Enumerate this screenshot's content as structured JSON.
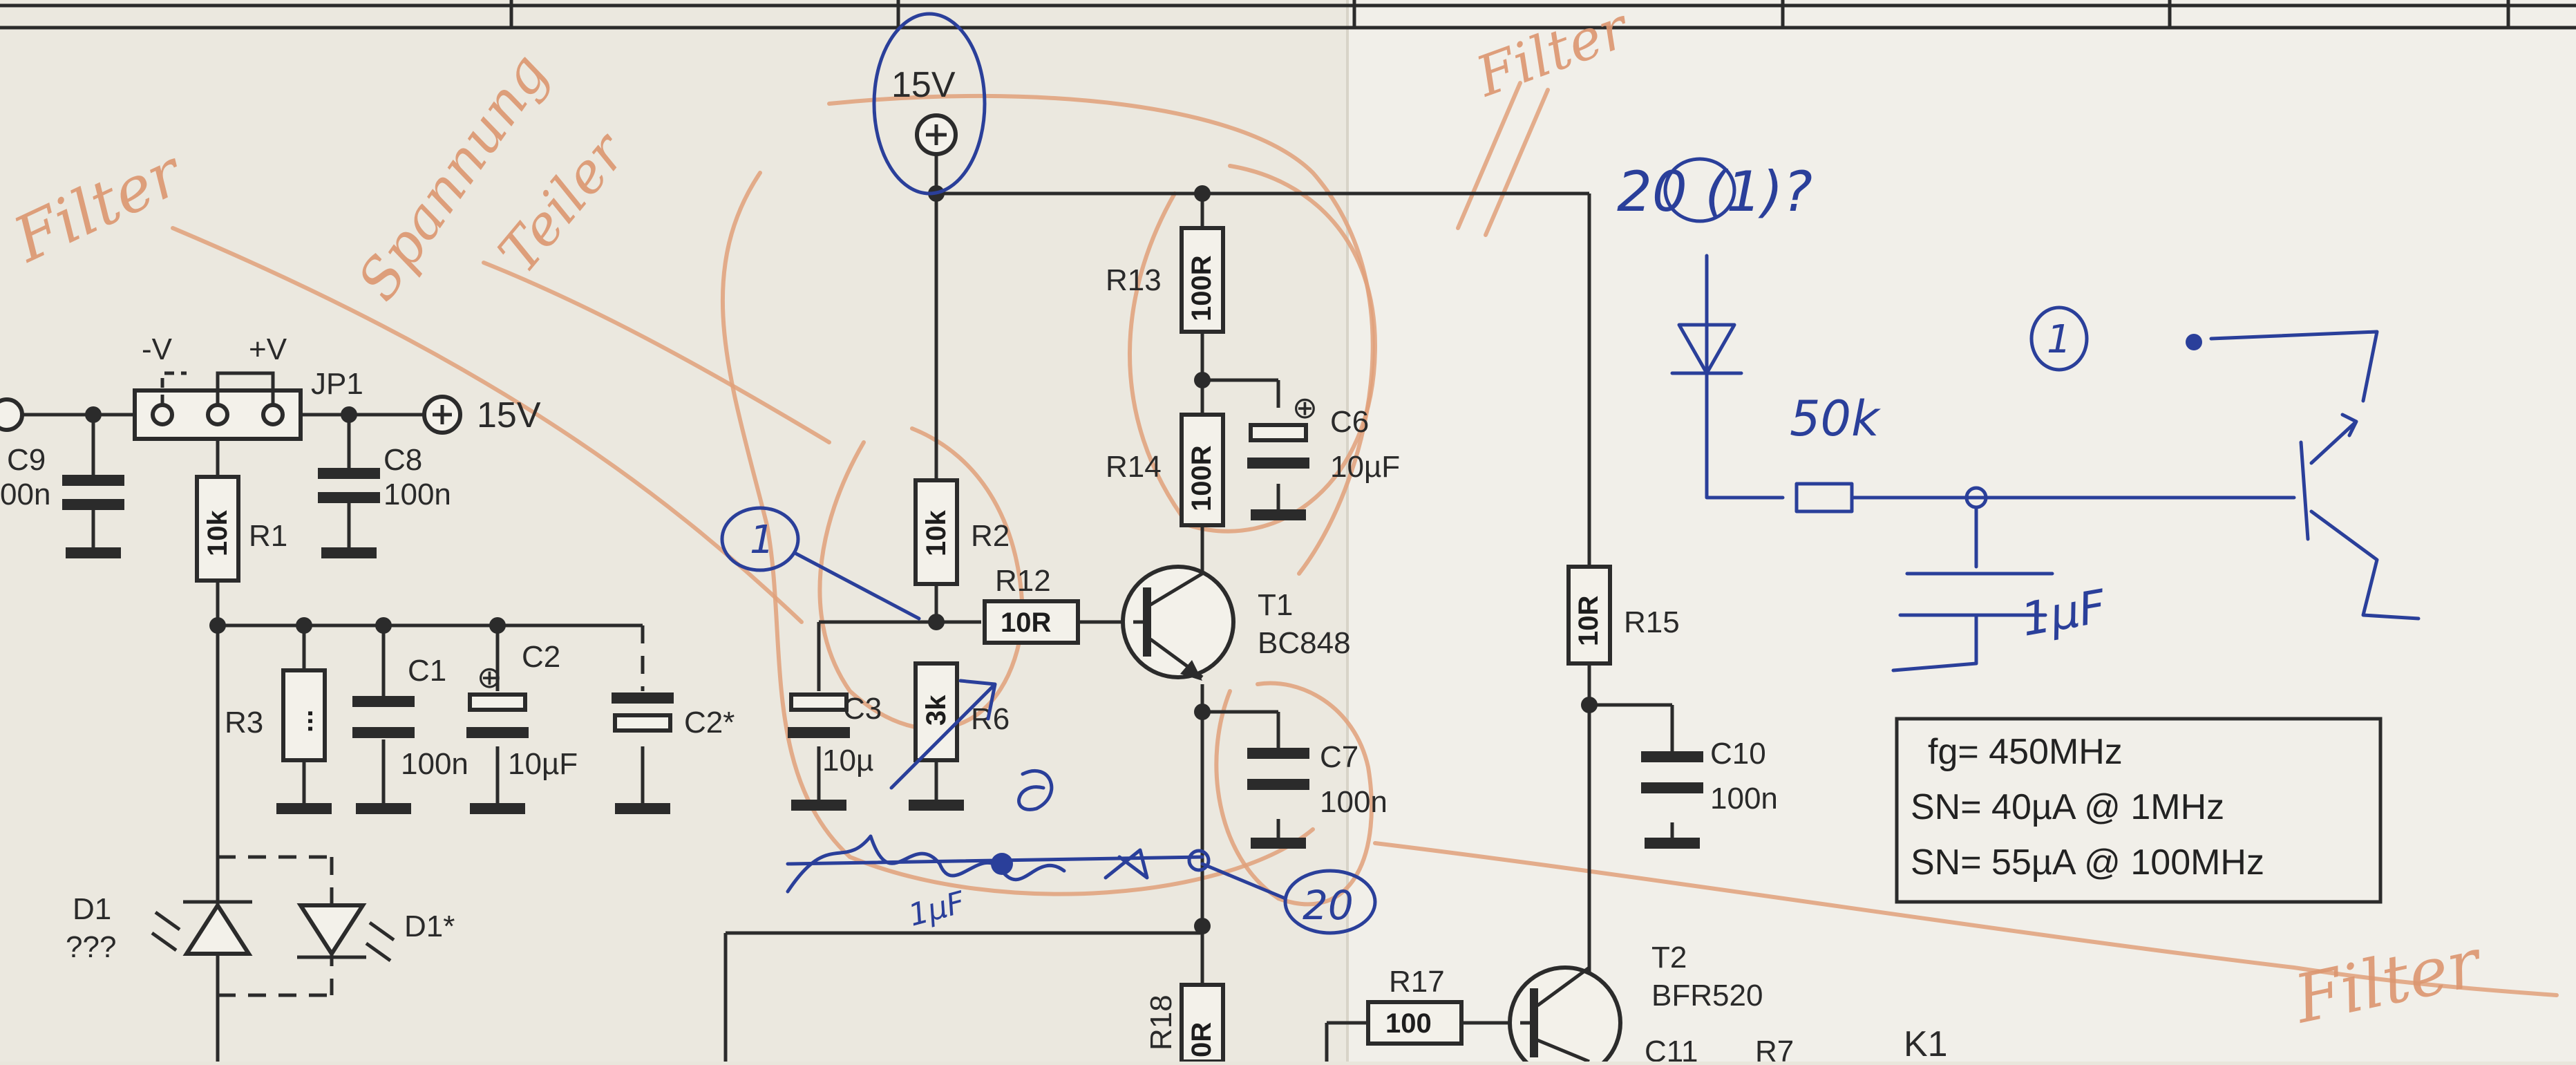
{
  "supply": {
    "top_label": "15V",
    "left_label": "15V",
    "plus_symbol": "⊕"
  },
  "jumper": {
    "name": "JP1",
    "neg_label": "-V",
    "pos_label": "+V"
  },
  "components": {
    "C9": {
      "ref": "C9",
      "value": "00n"
    },
    "C8": {
      "ref": "C8",
      "value": "100n"
    },
    "R1": {
      "ref": "R1",
      "value": "10k"
    },
    "R3": {
      "ref": "R3",
      "value": "..."
    },
    "C1": {
      "ref": "C1",
      "value": "100n"
    },
    "C2": {
      "ref": "C2",
      "value": "10µF"
    },
    "C2s": {
      "ref": "C2*"
    },
    "D1": {
      "ref": "D1",
      "value": "???"
    },
    "D1s": {
      "ref": "D1*"
    },
    "R2": {
      "ref": "R2",
      "value": "10k"
    },
    "C3": {
      "ref": "C3",
      "value": "10µ"
    },
    "R6": {
      "ref": "R6",
      "value": "3k"
    },
    "R12": {
      "ref": "R12",
      "value": "10R"
    },
    "R13": {
      "ref": "R13",
      "value": "100R"
    },
    "R14": {
      "ref": "R14",
      "value": "100R"
    },
    "C6": {
      "ref": "C6",
      "value": "10µF"
    },
    "T1": {
      "ref": "T1",
      "value": "BC848"
    },
    "C7": {
      "ref": "C7",
      "value": "100n"
    },
    "R15": {
      "ref": "R15",
      "value": "10R"
    },
    "C10": {
      "ref": "C10",
      "value": "100n"
    },
    "R17": {
      "ref": "R17",
      "value": "100"
    },
    "R18": {
      "ref": "R18",
      "value": "0R"
    },
    "T2": {
      "ref": "T2",
      "value": "BFR520"
    },
    "K1": {
      "ref": "K1"
    },
    "C11": {
      "ref": "C11"
    },
    "R7": {
      "ref": "R7"
    }
  },
  "spec_box": {
    "line1": "fg= 450MHz",
    "line2": "SN= 40µA @ 1MHz",
    "line3": "SN= 55µA @ 100MHz"
  },
  "handwriting": {
    "pen_note_top": "20  (1)?",
    "pen_marker_1a": "1",
    "pen_marker_1b": "1",
    "pen_marker_20": "20",
    "pen_50k": "50k",
    "pen_1uF": "1µF",
    "pen_1uF_bottom": "1µF",
    "pencil_filter_left": "Filter",
    "pencil_spannung": "Spannung",
    "pencil_teiler": "Teiler",
    "pencil_filter_top": "Filter",
    "pencil_filter_right": "Filter"
  },
  "colors": {
    "paper": "#e9e6dc",
    "ink": "#2b2b2b",
    "pen": "#2a3f9a",
    "pencil": "#e0a07a"
  }
}
